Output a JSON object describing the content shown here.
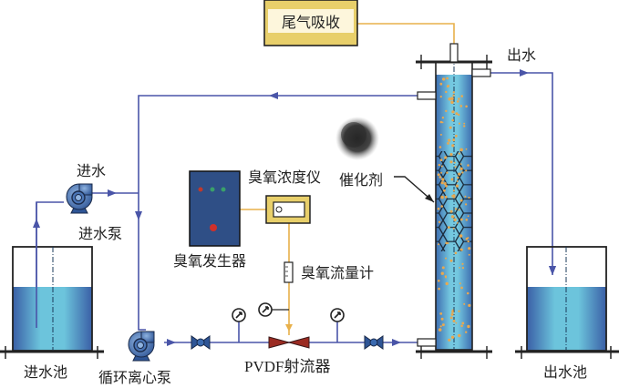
{
  "labels": {
    "exhaust_absorption": "尾气吸收",
    "outlet_water": "出水",
    "inlet_water": "进水",
    "inlet_pump": "进水泵",
    "inlet_tank": "进水池",
    "circulation_pump": "循环离心泵",
    "ozone_generator": "臭氧发生器",
    "ozone_concentration_meter": "臭氧浓度仪",
    "ozone_flowmeter": "臭氧流量计",
    "catalyst": "催化剂",
    "ejector": "PVDF射流器",
    "outlet_tank": "出水池"
  },
  "colors": {
    "water_pipe": "#4a55a8",
    "gas_pipe": "#e8b04a",
    "water_dark": "#3a62a8",
    "water_light": "#6cc6dc",
    "generator_body": "#2f4f86",
    "meter_box": "#e8cf6a",
    "ejector": "#9b2b22",
    "bubble": "#e8a850"
  }
}
